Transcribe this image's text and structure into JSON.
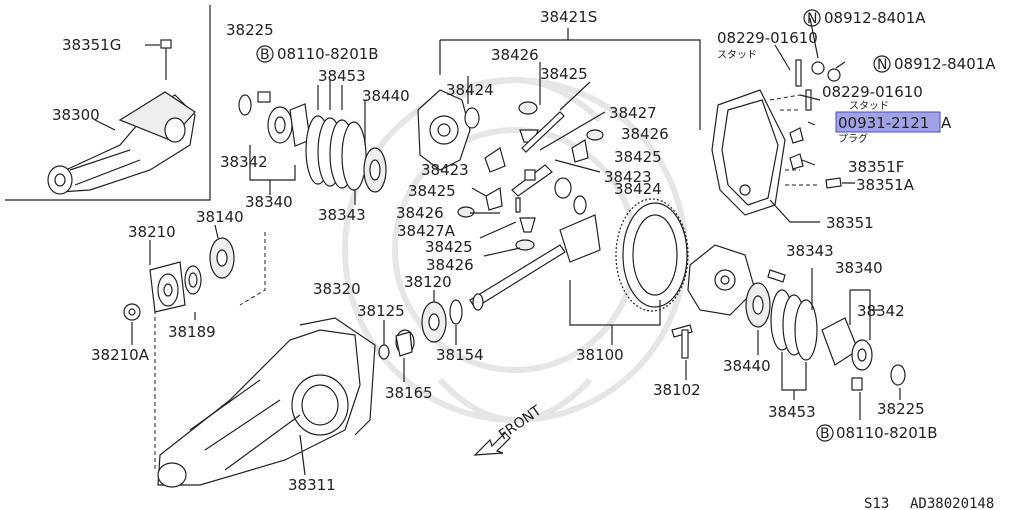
{
  "labels": {
    "p38351G": "38351G",
    "p38300": "38300",
    "p38225_top": "38225",
    "b08110_top": "08110-8201B",
    "p38453_top": "38453",
    "p38440_top": "38440",
    "p38342_top": "38342",
    "p38340_top": "38340",
    "p38343_top": "38343",
    "p38421S": "38421S",
    "p38426_a": "38426",
    "p38425_a": "38425",
    "p38424_a": "38424",
    "p38427": "38427",
    "p38426_b": "38426",
    "p38425_b": "38425",
    "p38423_a": "38423",
    "p38423_b": "38423",
    "p38424_b": "38424",
    "p38425_c": "38425",
    "p38426_c": "38426",
    "p38427A": "38427A",
    "p38425_d": "38425",
    "p38426_d": "38426",
    "n08912_a": "08912-8401A",
    "n08912_b": "08912-8401A",
    "p08229_a": "08229-01610",
    "jp_stud_a": "スタッド",
    "p08229_b": "08229-01610",
    "jp_stud_b": "スタッド",
    "p00931": "00931-2121",
    "p00931_suffix": "A",
    "jp_plug": "プラグ",
    "p38351F": "38351F",
    "p38351A": "38351A",
    "p38351": "38351",
    "p38140": "38140",
    "p38210": "38210",
    "p38189": "38189",
    "p38210A": "38210A",
    "p38320": "38320",
    "p38125": "38125",
    "p38120": "38120",
    "p38154": "38154",
    "p38165": "38165",
    "p38100": "38100",
    "p38102": "38102",
    "p38311": "38311",
    "p38343_r": "38343",
    "p38340_r": "38340",
    "p38342_r": "38342",
    "p38440_r": "38440",
    "p38453_r": "38453",
    "p38225_r": "38225",
    "b08110_r": "08110-8201B",
    "front": "FRONT",
    "circle_b": "B",
    "circle_n": "N"
  },
  "footer": {
    "model": "S13",
    "code": "AD38020148"
  },
  "highlight_color": "#9fa3e6"
}
